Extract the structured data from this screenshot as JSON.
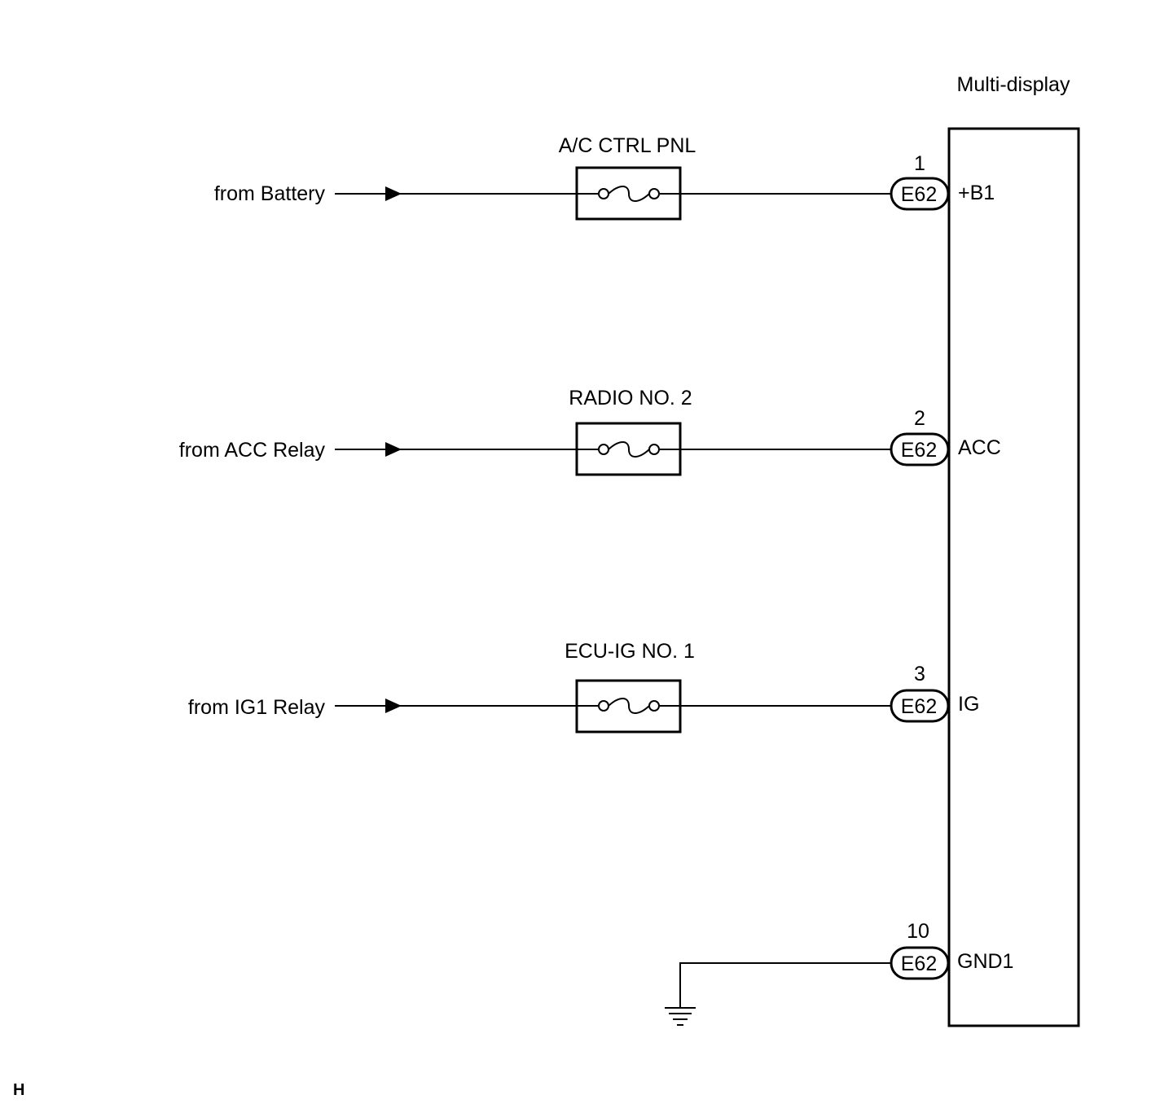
{
  "module": {
    "title": "Multi-display"
  },
  "circuits": [
    {
      "source": "from Battery",
      "fuse": "A/C CTRL PNL",
      "connector": "E62",
      "pin_number": "1",
      "terminal": "+B1"
    },
    {
      "source": "from ACC Relay",
      "fuse": "RADIO NO. 2",
      "connector": "E62",
      "pin_number": "2",
      "terminal": "ACC"
    },
    {
      "source": "from IG1 Relay",
      "fuse": "ECU-IG NO. 1",
      "connector": "E62",
      "pin_number": "3",
      "terminal": "IG"
    }
  ],
  "ground": {
    "connector": "E62",
    "pin_number": "10",
    "terminal": "GND1"
  },
  "corner_mark": "H"
}
